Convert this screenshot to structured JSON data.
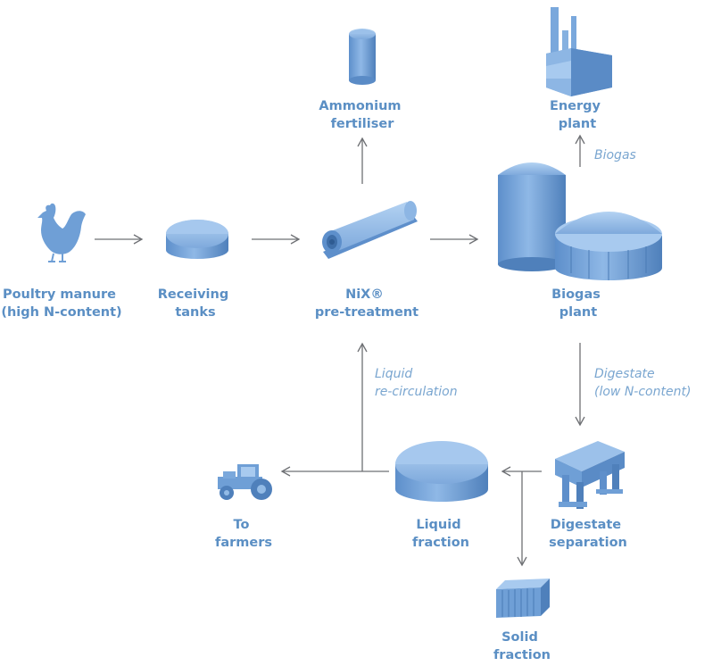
{
  "colors": {
    "icon_fill": "#6f9fd6",
    "icon_light": "#93bbe6",
    "icon_dark": "#4e7fb8",
    "label_text": "#5b8fc4",
    "flow_text": "#7aa6d0",
    "arrow": "#6e7074"
  },
  "nodes": {
    "poultry_manure": {
      "icon": "rooster-icon",
      "label": [
        "Poultry manure",
        "(high N-content)"
      ]
    },
    "receiving_tanks": {
      "icon": "storage-tank-icon",
      "label": [
        "Receiving",
        "tanks"
      ]
    },
    "nix_pretreatment": {
      "icon": "pipe-reactor-icon",
      "label": [
        "NiX®",
        "pre-treatment"
      ]
    },
    "ammonium_fertiliser": {
      "icon": "silo-tank-icon",
      "label": [
        "Ammonium",
        "fertiliser"
      ]
    },
    "energy_plant": {
      "icon": "factory-icon",
      "label": [
        "Energy",
        "plant"
      ]
    },
    "biogas_plant": {
      "icon": "biogas-digester-icon",
      "label": [
        "Biogas",
        "plant"
      ]
    },
    "digestate_separation": {
      "icon": "separator-machine-icon",
      "label": [
        "Digestate",
        "separation"
      ]
    },
    "liquid_fraction": {
      "icon": "liquid-tank-icon",
      "label": [
        "Liquid",
        "fraction"
      ]
    },
    "to_farmers": {
      "icon": "tractor-icon",
      "label": [
        "To",
        "farmers"
      ]
    },
    "solid_fraction": {
      "icon": "container-icon",
      "label": [
        "Solid",
        "fraction"
      ]
    }
  },
  "flows": {
    "biogas": [
      "Biogas"
    ],
    "digestate": [
      "Digestate",
      "(low N-content)"
    ],
    "liquid_recirculation": [
      "Liquid",
      "re-circulation"
    ]
  }
}
